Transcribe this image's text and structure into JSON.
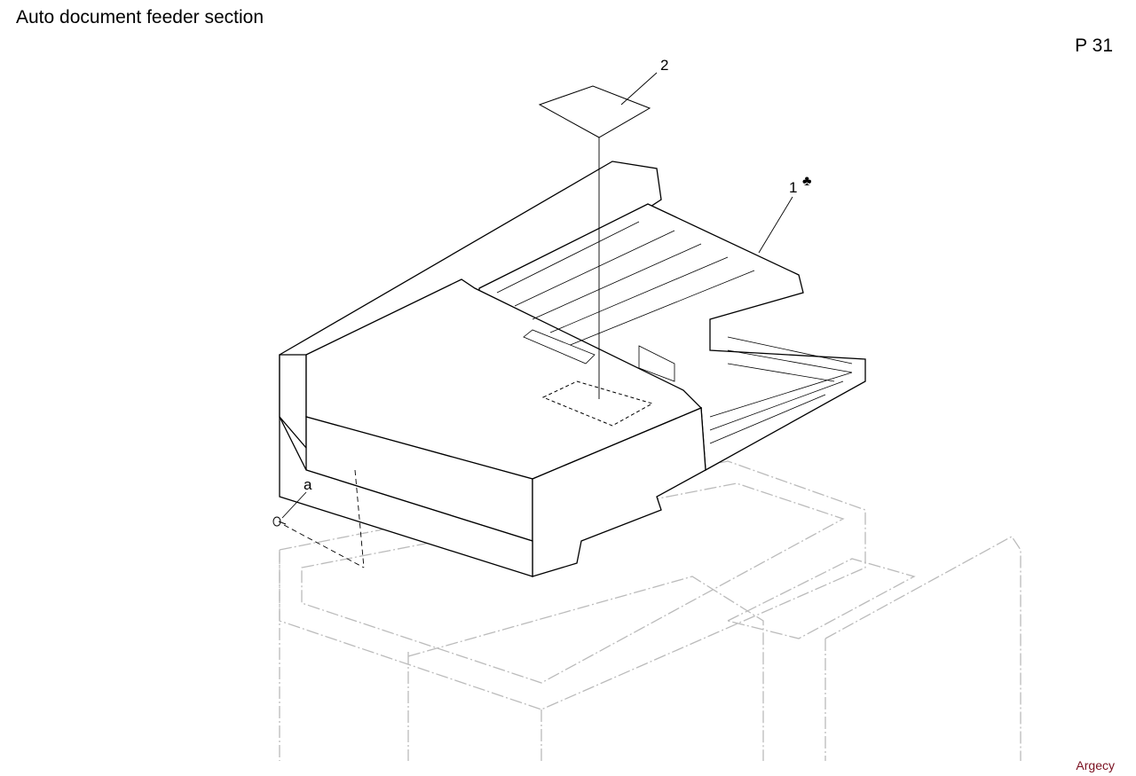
{
  "header": {
    "title": "Auto document feeder section",
    "page": "P 31"
  },
  "callouts": {
    "part_2": "2",
    "part_1": "1",
    "part_1_mark": "♣",
    "screw_a": "a"
  },
  "watermark": "Argecy",
  "colors": {
    "watermark": "#7a1020",
    "line": "#000000",
    "ghost": "#bbbbbb"
  }
}
